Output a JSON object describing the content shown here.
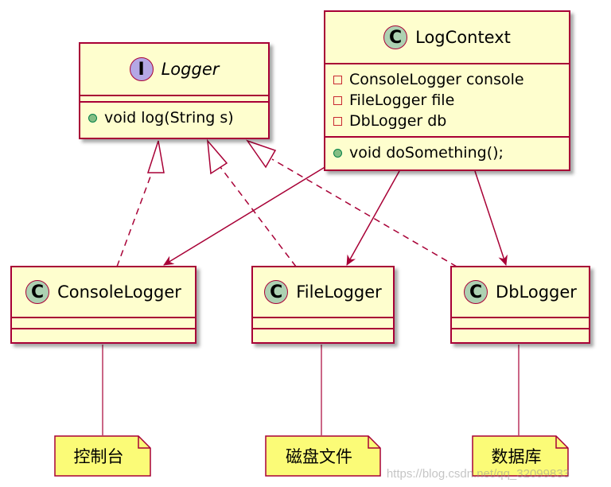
{
  "classes": {
    "logger": {
      "stereotype": "I",
      "name": "Logger",
      "methods": [
        "void log(String s)"
      ]
    },
    "log_context": {
      "stereotype": "C",
      "name": "LogContext",
      "fields": [
        "ConsoleLogger console",
        "FileLogger file",
        "DbLogger db"
      ],
      "methods": [
        "void doSomething();"
      ]
    },
    "console_logger": {
      "stereotype": "C",
      "name": "ConsoleLogger"
    },
    "file_logger": {
      "stereotype": "C",
      "name": "FileLogger"
    },
    "db_logger": {
      "stereotype": "C",
      "name": "DbLogger"
    }
  },
  "notes": {
    "console": "控制台",
    "file": "磁盘文件",
    "db": "数据库"
  },
  "watermark": "https://blog.csdn.net/qq_32099833",
  "colors": {
    "class_fill": "#fefece",
    "border": "#a80036",
    "class_icon": "#add1b2",
    "interface_icon": "#b4a7e5",
    "note_fill": "#fbfb77"
  }
}
